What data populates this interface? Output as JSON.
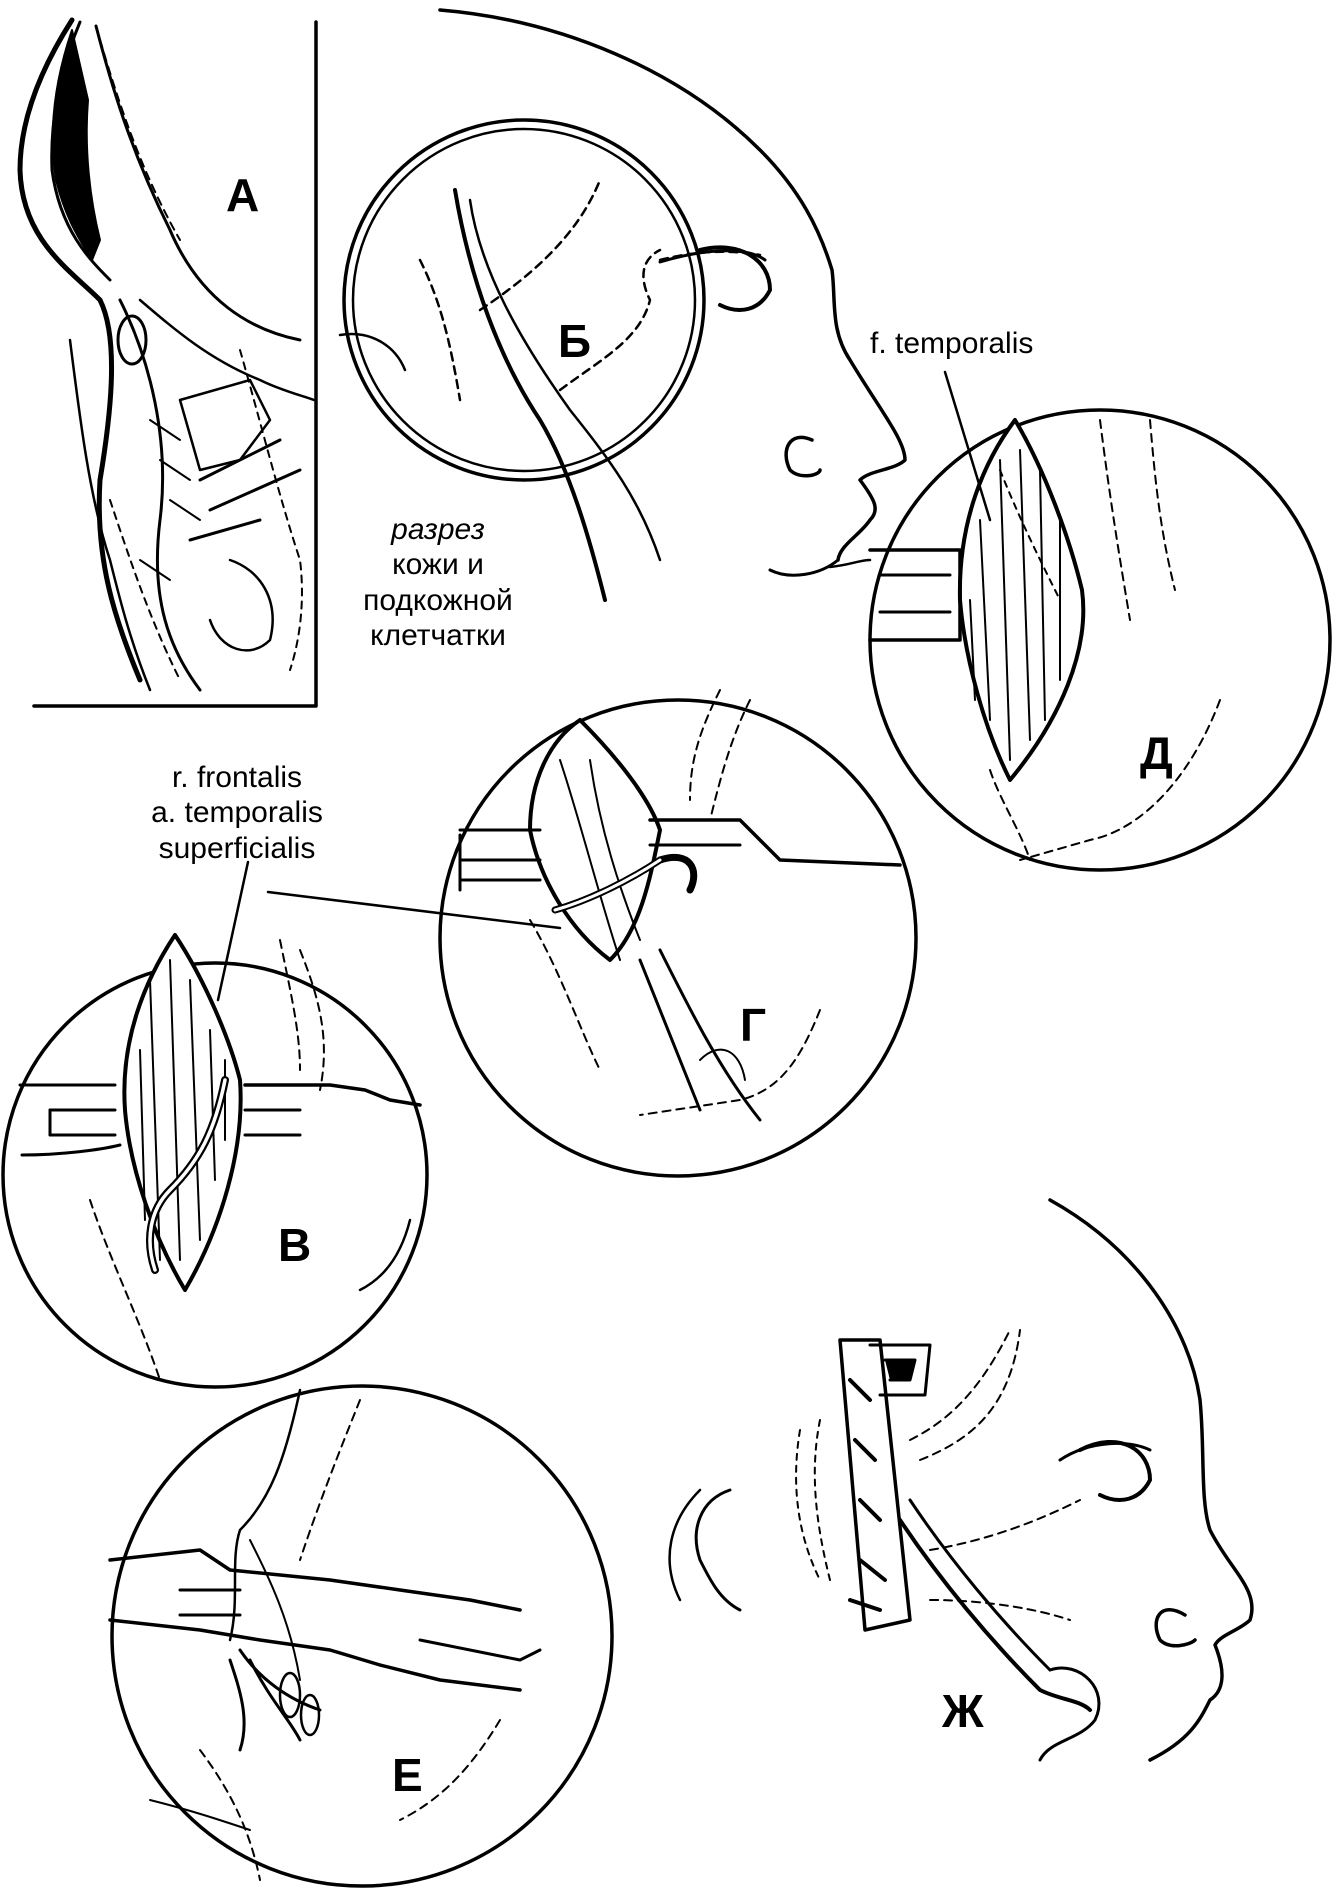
{
  "panels": {
    "a": "А",
    "b": "Б",
    "v": "В",
    "g": "Г",
    "d": "Д",
    "e": "Е",
    "zh": "Ж"
  },
  "annotations": {
    "incision": [
      "разрез",
      "кожи и",
      "подкожной",
      "клетчатки"
    ],
    "fascia": "f. temporalis",
    "branch": [
      "r. frontalis",
      "a. temporalis",
      "superficialis"
    ]
  },
  "colors": {
    "ink": "#000000",
    "paper": "#ffffff"
  }
}
